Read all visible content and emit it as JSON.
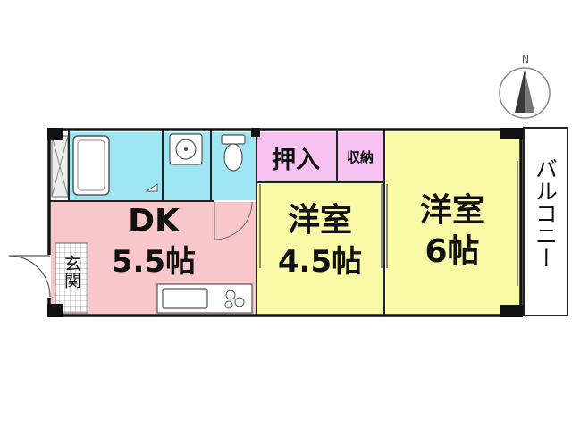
{
  "compass": {
    "north_label": "N"
  },
  "rooms": {
    "dk": {
      "name": "DK",
      "size": "5.5帖",
      "color": "#f9c7c9"
    },
    "western_small": {
      "name": "洋室",
      "size": "4.5帖",
      "color": "#fafaa6"
    },
    "western_large": {
      "name": "洋室",
      "size": "6帖",
      "color": "#fafaa6"
    },
    "closet": {
      "name": "押入",
      "color": "#f7c2f2"
    },
    "storage": {
      "name": "収納",
      "color": "#f7c2f2"
    },
    "entrance": {
      "name": "玄関"
    },
    "balcony": {
      "name": "バルコニー"
    },
    "wet_area_color": "#9fe6f5"
  }
}
